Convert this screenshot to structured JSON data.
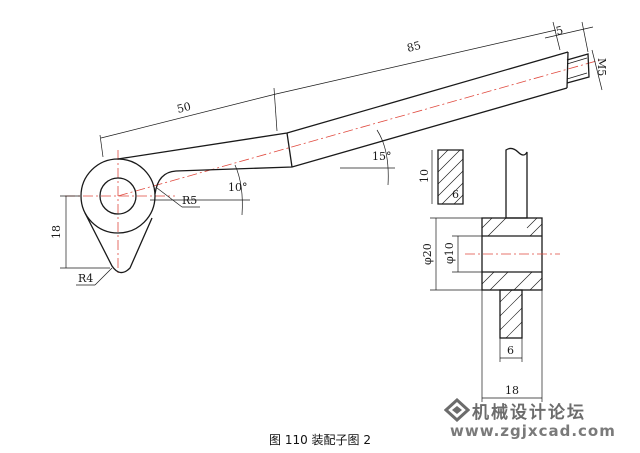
{
  "figure": {
    "caption": "图 110    装配子图 2"
  },
  "dimensions": {
    "lever_length_short": "50",
    "lever_length_long": "85",
    "end_length": "5",
    "end_thickness": "M5",
    "angle_upper": "15°",
    "angle_lower": "10°",
    "fillet_radius": "R5",
    "arm_height": "18",
    "arm_radius": "R4"
  },
  "section_view": {
    "slot_depth": "10",
    "slot_width": "6",
    "outer_diameter": "φ20",
    "inner_diameter": "φ10",
    "rib_width": "6",
    "total_width": "18"
  },
  "watermark": {
    "title": "机械设计论坛",
    "url": "www.zgjxcad.com"
  },
  "colors": {
    "line": "#1a1a1a",
    "centerline": "#e04a3f",
    "watermark": "#6c6c6c"
  }
}
